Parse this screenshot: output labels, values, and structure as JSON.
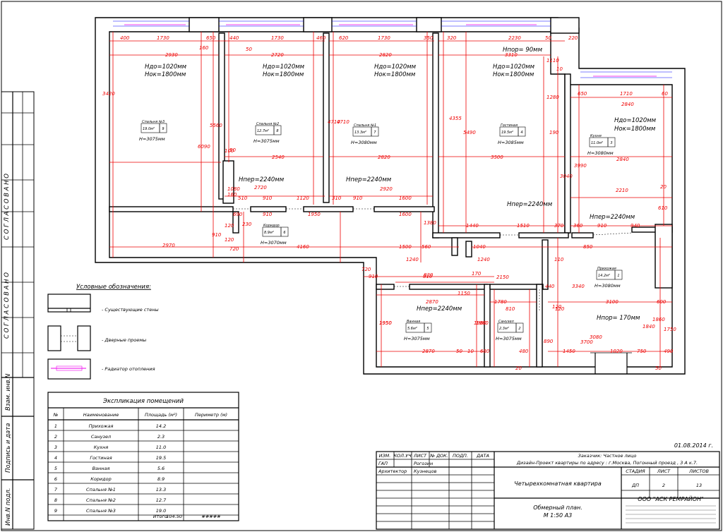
{
  "date": "01.08.2014 г.",
  "stamp": {
    "col_headers": [
      "ИЗМ.",
      "КОЛ.УЧ",
      "ЛИСТ",
      "№ ДОК.",
      "ПОДП.",
      "ДАТА"
    ],
    "gap_role": "ГАП",
    "gap_name": "Рогозин",
    "arch_role": "Архитектор",
    "arch_name": "Кузнецов",
    "customer": "Заказчик: Частное лицо",
    "project": "Дизайн-Проект квартиры по адресу : г.Москва, Погонный проезд , 3 А к.7.",
    "apartment": "Четырехкомнатная квартира",
    "sheet_title_1": "Обмерный план.",
    "sheet_title_2": "М 1:50 А3",
    "stage_label": "СТАДИЯ",
    "sheet_label": "ЛИСТ",
    "sheets_label": "ЛИСТОВ",
    "stage": "ДП",
    "sheet": "2",
    "sheets": "13",
    "company": "ООО \"АСК РЕМРАЙОН\""
  },
  "side": {
    "approved_1": "С О Г Л А С О В А Н О",
    "approved_2": "С О Г Л А С О В А Н О",
    "vzam": "Взам. инв.N",
    "podp": "Подпись и дата",
    "inv": "Инв.N подл."
  },
  "legend": {
    "title": "Условные обозначения:",
    "walls": "- Существующие стены",
    "doors": "- Дверные проемы",
    "radiator": "- Радиатор отопления"
  },
  "table": {
    "title": "Экспликация помещений",
    "headers": [
      "№",
      "Наименование",
      "Площадь (м²)",
      "Периметр (м)"
    ],
    "rows": [
      [
        "1",
        "Прихожая",
        "14.2",
        ""
      ],
      [
        "2",
        "Санузел",
        "2.3",
        ""
      ],
      [
        "3",
        "Кухня",
        "11.0",
        ""
      ],
      [
        "4",
        "Гостиная",
        "19.5",
        ""
      ],
      [
        "5",
        "Ванная",
        "5.6",
        ""
      ],
      [
        "6",
        "Коридор",
        "8.9",
        ""
      ],
      [
        "7",
        "Спальня №1",
        "13.3",
        ""
      ],
      [
        "8",
        "Спальня №2",
        "12.7",
        ""
      ],
      [
        "9",
        "Спальня №3",
        "19.0",
        ""
      ]
    ],
    "total_label": "Итого:",
    "total_area": "104.50",
    "total_perim": "#####"
  },
  "rooms": {
    "bed3": {
      "name": "Спальня №3",
      "area": "19.0м²",
      "num": "9",
      "h": "H=3075мм"
    },
    "bed2": {
      "name": "Спальня №2",
      "area": "12.7м²",
      "num": "8",
      "h": "H=3075мм"
    },
    "bed1": {
      "name": "Спальня №1",
      "area": "13.3м²",
      "num": "7",
      "h": "H=3080мм"
    },
    "living": {
      "name": "Гостиная",
      "area": "19.5м²",
      "num": "4",
      "h": "H=3085мм"
    },
    "kitchen": {
      "name": "Кухня",
      "area": "11.0м²",
      "num": "3",
      "h": "H=3080мм"
    },
    "corridor": {
      "name": "Коридор",
      "area": "8.9м²",
      "num": "6",
      "h": "H=3070мм"
    },
    "hall": {
      "name": "Прихожая",
      "area": "14.2м²",
      "num": "1",
      "h": "H=3080мм"
    },
    "bath": {
      "name": "Ванная",
      "area": "5.6м²",
      "num": "5",
      "h": "H=3075мм"
    },
    "wc": {
      "name": "Санузел",
      "area": "2.3м²",
      "num": "2",
      "h": "H=3075мм"
    }
  },
  "openings": {
    "hdo": "Hдо=1020мм",
    "hok": "Hок=1800мм",
    "hper": "Hпер=2240мм",
    "hpor90": "Hпор= 90мм",
    "hpor170": "Hпор= 170мм"
  },
  "dims": {
    "top": [
      "400",
      "1730",
      "650",
      "160",
      "440",
      "1730",
      "460",
      "620",
      "1730",
      "350",
      "320",
      "2230",
      "50",
      "220",
      "2930",
      "2720",
      "50",
      "2820",
      "3310",
      "1110"
    ],
    "inner": [
      "3420",
      "5560",
      "6090",
      "2540",
      "2820",
      "3500",
      "4710",
      "4355",
      "5490",
      "4710",
      "1280",
      "190",
      "2720",
      "50",
      "1080",
      "510",
      "910",
      "1120",
      "310",
      "910",
      "1600",
      "1950",
      "1600",
      "690",
      "910",
      "230",
      "120",
      "720",
      "910",
      "2970",
      "4160",
      "1500",
      "560",
      "1040",
      "850",
      "910",
      "940",
      "120",
      "650",
      "1710",
      "60",
      "2840",
      "3990",
      "2840",
      "3040",
      "2210",
      "20",
      "610",
      "360",
      "370",
      "1440",
      "1510",
      "1380",
      "720",
      "1240",
      "820",
      "2150",
      "910",
      "810",
      "1150",
      "2870",
      "1780",
      "170",
      "440",
      "810",
      "120",
      "3100",
      "3340",
      "1950",
      "1840",
      "1750",
      "3700",
      "1020",
      "750",
      "490",
      "1450",
      "680",
      "480",
      "890",
      "20",
      "50",
      "1860",
      "600",
      "120",
      "1960",
      "1950",
      "1960",
      "10",
      "50",
      "1240",
      "110",
      "3080",
      "2870",
      "160",
      "2920",
      "100",
      "10"
    ]
  }
}
